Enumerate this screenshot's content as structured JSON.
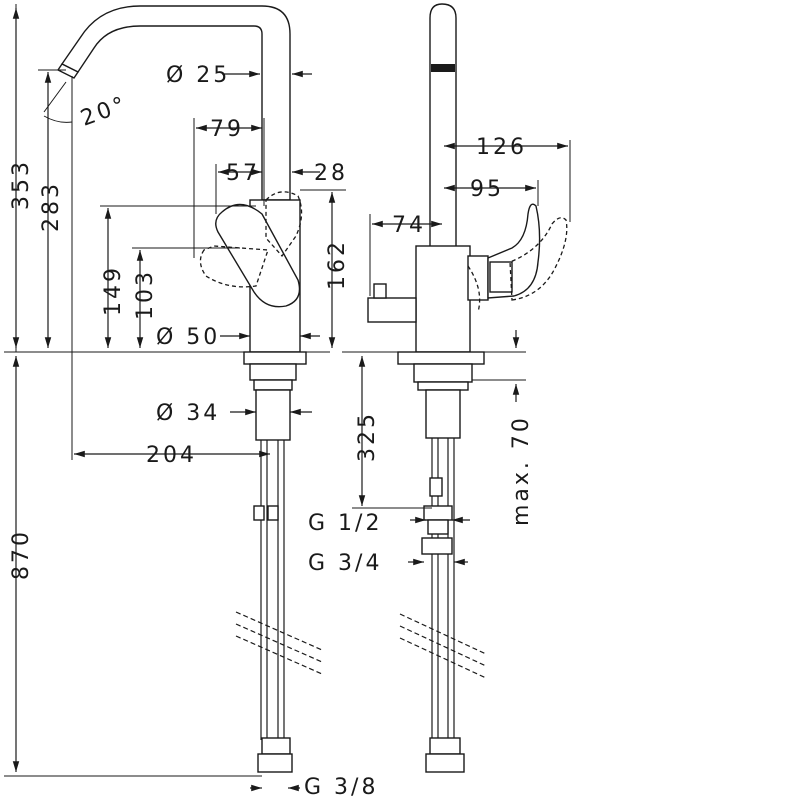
{
  "diagram": {
    "labels": {
      "d353": "353",
      "d283": "283",
      "d20deg": "20°",
      "d25": "Ø 25",
      "d79": "79",
      "d57": "57",
      "d28": "28",
      "d149": "149",
      "d103": "103",
      "d162": "162",
      "d50": "Ø 50",
      "d34": "Ø 34",
      "d204": "204",
      "d870": "870",
      "g38": "G 3/8",
      "d126": "126",
      "d95": "95",
      "d74": "74",
      "d325": "325",
      "max70": "max. 70",
      "g12": "G 1/2",
      "g34": "G 3/4"
    }
  }
}
